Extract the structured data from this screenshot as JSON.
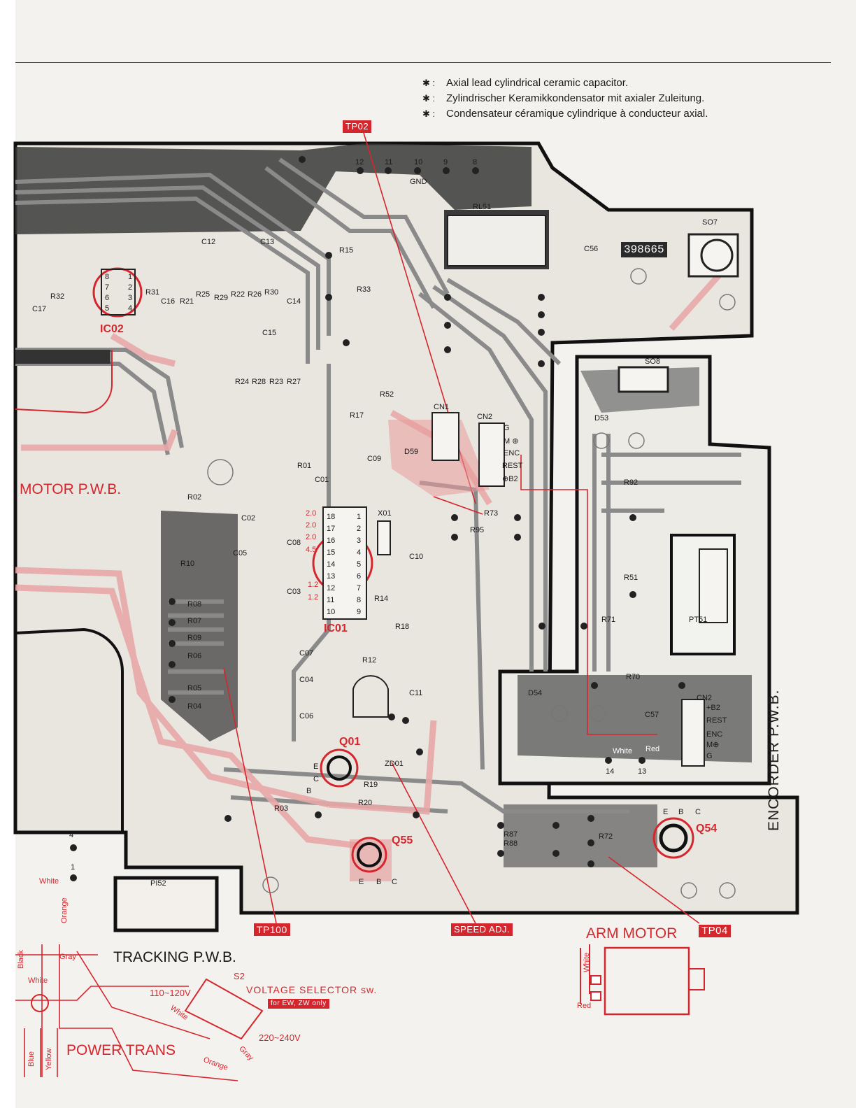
{
  "notes": [
    {
      "symbol": "✱ :",
      "text": "Axial lead cylindrical ceramic capacitor."
    },
    {
      "symbol": "✱ :",
      "text": "Zylindrischer Keramikkondensator mit axialer Zuleitung."
    },
    {
      "symbol": "✱ :",
      "text": "Condensateur céramique cylindrique à conducteur axial."
    }
  ],
  "test_points": {
    "tp02": "TP02",
    "tp100": "TP100",
    "tp04": "TP04",
    "speed_adj": "SPEED ADJ."
  },
  "boards": {
    "motor": "MOTOR P.W.B.",
    "tracking": "TRACKING P.W.B.",
    "encorder": "ENCORDER P.W.B.",
    "arm_motor": "ARM MOTOR",
    "power_trans": "POWER TRANS",
    "voltage_selector": "VOLTAGE SELECTOR sw.",
    "voltage_note": "for EW, ZW only",
    "s2": "S2",
    "v_low": "110~120V",
    "v_high": "220~240V",
    "pcb_number": "398665"
  },
  "ics": {
    "ic01": "IC01",
    "ic02": "IC02",
    "q01": "Q01",
    "q55": "Q55",
    "q54": "Q54"
  },
  "components": {
    "c12": "C12",
    "c13": "C13",
    "c15": "C15",
    "c14": "C14",
    "c16": "C16",
    "c17": "C17",
    "r15": "R15",
    "r33": "R33",
    "r52": "R52",
    "r17": "R17",
    "r32": "R32",
    "r31": "R31",
    "r21": "R21",
    "r25": "R25",
    "r29": "R29",
    "r22": "R22",
    "r26": "R26",
    "r30": "R30",
    "r24": "R24",
    "r28": "R28",
    "r23": "R23",
    "r27": "R27",
    "rl51": "RL51",
    "c56": "C56",
    "so7": "SO7",
    "so8": "SO8",
    "d53": "D53",
    "cn1": "CN1",
    "cn2": "CN2",
    "d59": "D59",
    "c09": "C09",
    "c01": "C01",
    "r01": "R01",
    "r02": "R02",
    "c02": "C02",
    "c05": "C05",
    "c08": "C08",
    "r10": "R10",
    "c03": "C03",
    "x01": "X01",
    "c10": "C10",
    "r73": "R73",
    "r95": "R95",
    "r92": "R92",
    "r14": "R14",
    "r18": "R18",
    "r08": "R08",
    "r07": "R07",
    "r09": "R09",
    "r06": "R06",
    "r05": "R05",
    "r04": "R04",
    "c07": "C07",
    "c04": "C04",
    "c06": "C06",
    "r12": "R12",
    "c11": "C11",
    "r51": "R51",
    "r71": "R71",
    "pt51": "PT51",
    "r70": "R70",
    "d54": "D54",
    "c57": "C57",
    "zd01": "ZD01",
    "r19": "R19",
    "r20": "R20",
    "r03": "R03",
    "r87": "R87",
    "r88": "R88",
    "r72": "R72",
    "pi52": "PI52"
  },
  "connector_pins": {
    "top": [
      "12",
      "11",
      "10",
      "9",
      "8"
    ],
    "gnd": "GND",
    "cn2_upper": [
      "G",
      "M ⊕",
      "ENC",
      "REST",
      "⊕B2"
    ],
    "cn2_lower": [
      "+B2",
      "REST",
      "ENC",
      "M⊕",
      "G"
    ]
  },
  "wire_labels": {
    "white": "White",
    "orange": "Orange",
    "gray": "Gray",
    "black": "Black",
    "red": "Red",
    "blue": "Blue",
    "yellow": "Yellow"
  },
  "terminals": {
    "t4": "4",
    "t1": "1",
    "t14": "14",
    "t13": "13",
    "e": "E",
    "b": "B",
    "c": "C"
  },
  "ic01_voltages": [
    "2.0",
    "2.0",
    "2.0",
    "4.5",
    "1.2",
    "1.2"
  ],
  "ic02_pins": [
    "8",
    "7",
    "6",
    "5",
    "1",
    "2",
    "3",
    "4"
  ],
  "ic01_pins_left": [
    "18",
    "17",
    "16",
    "15",
    "14",
    "13",
    "12",
    "11",
    "10"
  ],
  "ic01_pins_right": [
    "1",
    "2",
    "3",
    "4",
    "5",
    "6",
    "7",
    "8",
    "9"
  ],
  "colors": {
    "red": "#d6262d",
    "trace": "#8a8a8a",
    "dark": "#2a2a2a",
    "pink": "#e8a8a8"
  }
}
